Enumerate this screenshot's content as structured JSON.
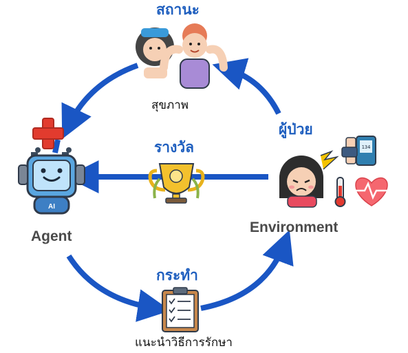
{
  "labels": {
    "state": "สถานะ",
    "health": "สุขภาพ",
    "patient": "ผู้ป่วย",
    "reward": "รางวัล",
    "agent": "Agent",
    "environment": "Environment",
    "action": "กระทำ",
    "recommend_treatment": "แนะนำวิธีการรักษา"
  },
  "icons": {
    "agent": "robot-icon",
    "medical_cross": "medical-cross-icon",
    "state": "healthy-people-icon",
    "reward": "trophy-icon",
    "patient": "sick-girl-icon",
    "pressure": "blood-pressure-monitor-icon",
    "temperature": "thermometer-icon",
    "heart": "heart-rate-icon",
    "action": "clipboard-checklist-icon"
  },
  "colors": {
    "arrow": "#1a56c4",
    "label_blue": "#1f5fbf",
    "label_grey": "#4a4a4a"
  }
}
